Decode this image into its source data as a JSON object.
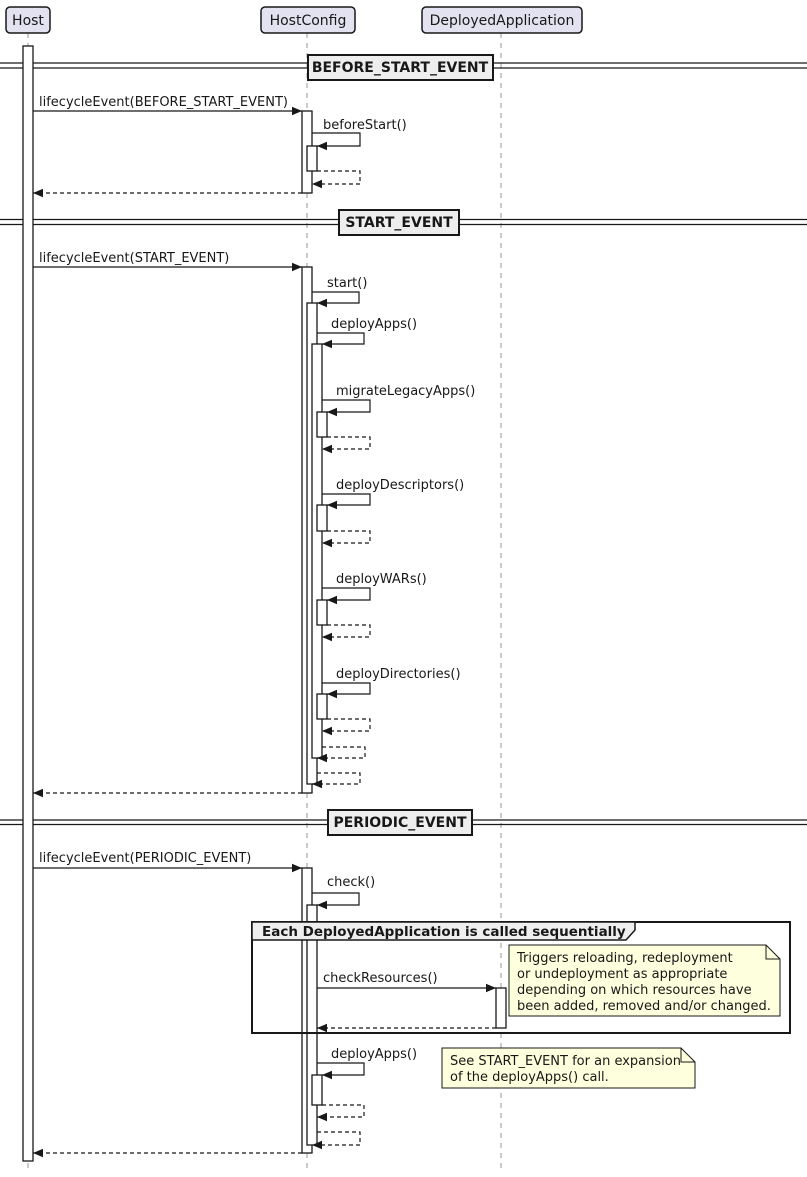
{
  "participants": {
    "host": "Host",
    "hostconfig": "HostConfig",
    "deployedapplication": "DeployedApplication"
  },
  "dividers": {
    "before_start": "BEFORE_START_EVENT",
    "start": "START_EVENT",
    "periodic": "PERIODIC_EVENT"
  },
  "messages": {
    "lifecycle_before_start": "lifecycleEvent(BEFORE_START_EVENT)",
    "before_start": "beforeStart()",
    "lifecycle_start": "lifecycleEvent(START_EVENT)",
    "start": "start()",
    "deploy_apps": "deployApps()",
    "migrate_legacy_apps": "migrateLegacyApps()",
    "deploy_descriptors": "deployDescriptors()",
    "deploy_wars": "deployWARs()",
    "deploy_directories": "deployDirectories()",
    "lifecycle_periodic": "lifecycleEvent(PERIODIC_EVENT)",
    "check": "check()",
    "check_resources": "checkResources()",
    "deploy_apps_periodic": "deployApps()"
  },
  "group": {
    "label": "Each DeployedApplication is called sequentially"
  },
  "notes": {
    "check_resources": {
      "lines": [
        "Triggers reloading, redeployment",
        "or undeployment as appropriate",
        "depending on which resources have",
        "been added, removed and/or changed."
      ]
    },
    "deploy_apps": {
      "lines": [
        "See START_EVENT for an expansion",
        "of the deployApps() call."
      ]
    }
  },
  "colors": {
    "background": "#FFFFFF",
    "participant_fill": "#E2E2F0",
    "divider_fill": "#EEEEEE",
    "note_fill": "#FEFFDD",
    "border": "#181818",
    "lifeline": "#999999"
  }
}
